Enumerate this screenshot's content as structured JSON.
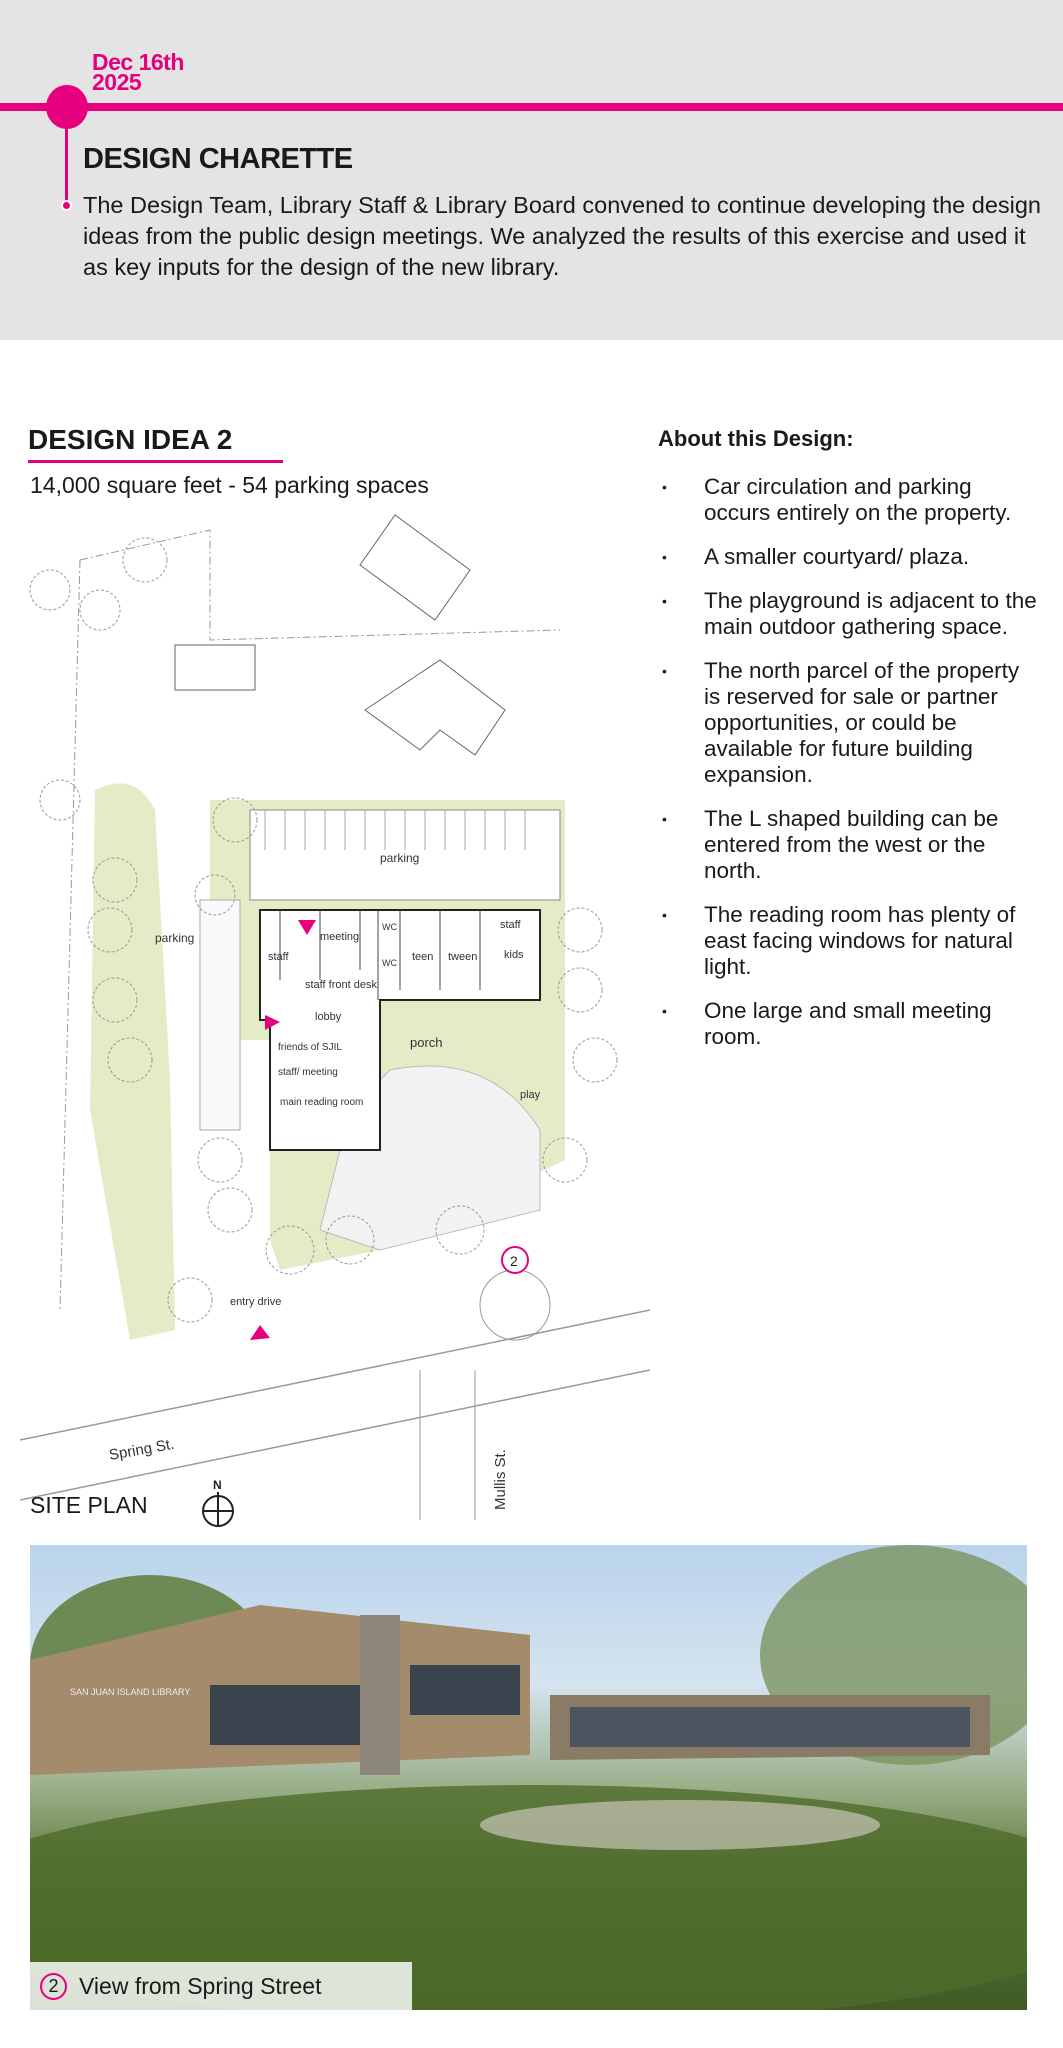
{
  "header": {
    "date_line1": "Dec 16th",
    "date_line2": "2025",
    "title": "DESIGN CHARETTE",
    "body": "The Design Team, Library Staff & Library Board convened to continue developing the design ideas from the public design meetings. We analyzed the results of this exercise and used it as key inputs for the design of the new library."
  },
  "design": {
    "title": "DESIGN IDEA 2",
    "subtitle": "14,000 square feet - 54 parking spaces"
  },
  "about": {
    "title": "About this Design:",
    "bullets": [
      "Car circulation and parking occurs entirely on the property.",
      "A smaller courtyard/ plaza.",
      "The playground is adjacent to the main outdoor gathering space.",
      "The north parcel of the property is reserved for sale or partner opportunities, or could be available for future building expansion.",
      "The L shaped building can be entered from the west or the north.",
      "The reading room has plenty of east facing windows for natural light.",
      "One large and small meeting room."
    ]
  },
  "plan": {
    "labels": {
      "parking_north": "parking",
      "parking_west": "parking",
      "staff": "staff",
      "meeting": "meeting",
      "wc1": "WC",
      "wc2": "WC",
      "teen": "teen",
      "tween": "tween",
      "staff2": "staff",
      "kids": "kids",
      "staff_front_desk": "staff front desk",
      "lobby": "lobby",
      "porch": "porch",
      "friends": "friends of SJIL",
      "staff_meeting": "staff/ meeting",
      "main_reading": "main reading room",
      "play": "play",
      "entry_drive": "entry drive",
      "spring_st": "Spring St.",
      "mullis_st": "Mullis St.",
      "view_num": "2"
    },
    "site_plan_label": "SITE PLAN",
    "north_label": "N"
  },
  "photo": {
    "sign": "SAN JUAN ISLAND LIBRARY",
    "caption_num": "2",
    "caption": "View from Spring Street"
  },
  "colors": {
    "accent": "#e6007e",
    "green": "#e3ecc6"
  }
}
